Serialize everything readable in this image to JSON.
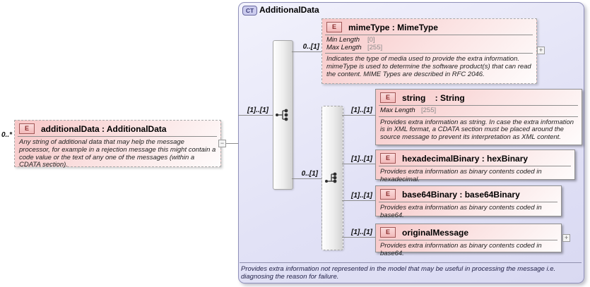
{
  "root_element": {
    "cardinality": "0..*",
    "badge": "E",
    "title": "additionalData : AdditionalData",
    "description": "Any string of additional data that may help the message processor, for example in a rejection message this might contain a code value or the text of any one of the messages (within a CDATA section).",
    "collapse_glyph": "−"
  },
  "complex_type": {
    "badge": "CT",
    "title": "AdditionalData",
    "footer": "Provides extra information not represented in the model that may be useful in processing the message i.e. diagnosing the reason for failure."
  },
  "connectors": {
    "into_sequence": "[1]..[1]",
    "sequence_to_mimeType": "0..[1]",
    "sequence_to_choice": "0..[1]",
    "choice_to_string": "[1]..[1]",
    "choice_to_hexadecimalBinary": "[1]..[1]",
    "choice_to_base64Binary": "[1]..[1]",
    "choice_to_originalMessage": "[1]..[1]"
  },
  "mimeType": {
    "badge": "E",
    "title": "mimeType : MimeType",
    "facets": [
      {
        "label": "Min Length",
        "value": "[0]"
      },
      {
        "label": "Max Length",
        "value": "[255]"
      }
    ],
    "description": "Indicates the type of media used to provide the extra information. mimeType is used to determine the software product(s) that can read the content. MIME Types are described in RFC 2046.",
    "expand_glyph": "+"
  },
  "string_element": {
    "badge": "E",
    "title": "string    : String",
    "facets": [
      {
        "label": "Max Length",
        "value": "[255]"
      }
    ],
    "description": "Provides extra information as string. In case the extra information is in XML format, a CDATA section must be placed around the source message to prevent its interpretation as XML content."
  },
  "hexadecimalBinary": {
    "badge": "E",
    "title": "hexadecimalBinary : hexBinary",
    "description": "Provides extra information as binary contents coded in hexadecimal."
  },
  "base64Binary": {
    "badge": "E",
    "title": "base64Binary : base64Binary",
    "description": "Provides extra information as binary contents coded in base64."
  },
  "originalMessage": {
    "badge": "E",
    "title": "originalMessage",
    "description": "Provides extra information as binary contents coded in base64.",
    "expand_glyph": "+"
  }
}
